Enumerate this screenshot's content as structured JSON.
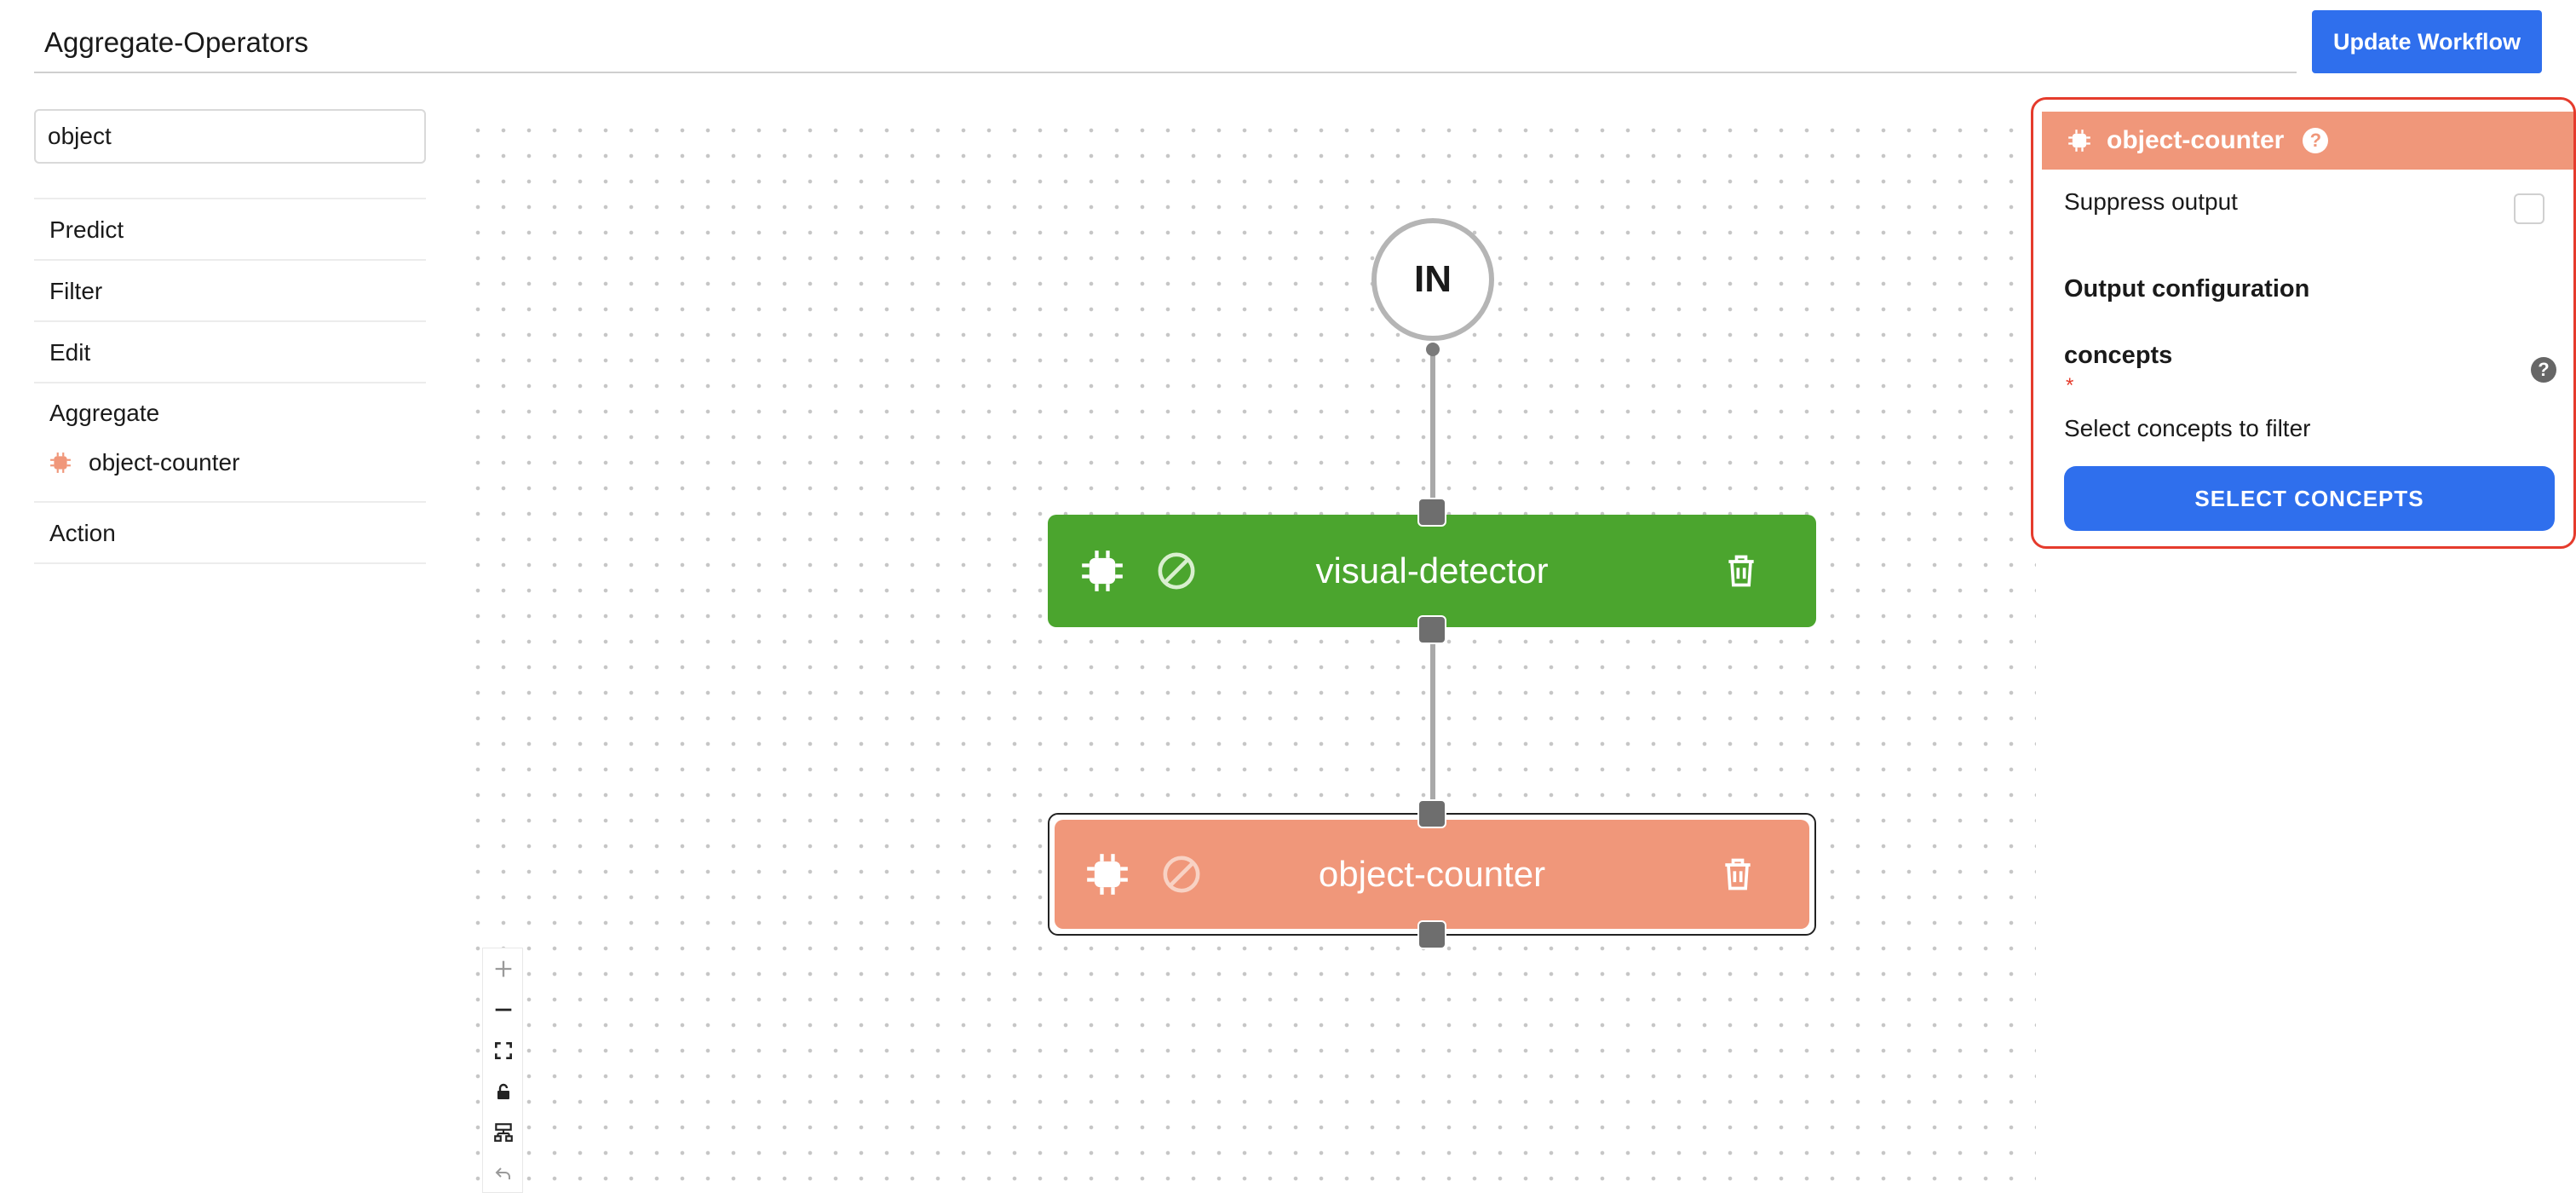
{
  "header": {
    "workflow_name": "Aggregate-Operators",
    "update_button_label": "Update Workflow"
  },
  "sidebar": {
    "search_value": "object",
    "items": [
      {
        "label": "Predict"
      },
      {
        "label": "Filter"
      },
      {
        "label": "Edit"
      },
      {
        "label": "Aggregate",
        "children": [
          {
            "label": "object-counter",
            "icon": "chip-icon"
          }
        ]
      },
      {
        "label": "Action"
      }
    ]
  },
  "canvas": {
    "input_node_label": "IN",
    "nodes": [
      {
        "label": "visual-detector",
        "color": "#4ba52e",
        "icons": [
          "chip-icon",
          "disable-icon",
          "trash-icon"
        ]
      },
      {
        "label": "object-counter",
        "color": "#f0977a",
        "selected": true,
        "icons": [
          "chip-icon",
          "disable-icon",
          "trash-icon"
        ]
      }
    ],
    "controls": [
      "zoom-in-icon",
      "zoom-out-icon",
      "fit-view-icon",
      "lock-icon",
      "layout-icon",
      "undo-icon"
    ]
  },
  "panel": {
    "title": "object-counter",
    "header_color": "#f0977a",
    "suppress_output_label": "Suppress output",
    "suppress_output_checked": false,
    "output_config_heading": "Output configuration",
    "concepts_label": "concepts",
    "required_marker": "*",
    "help_glyph": "?",
    "select_hint": "Select concepts to filter",
    "select_button_label": "SELECT CONCEPTS"
  },
  "colors": {
    "accent": "#2f6fed",
    "panel_border": "#e53b2c"
  }
}
